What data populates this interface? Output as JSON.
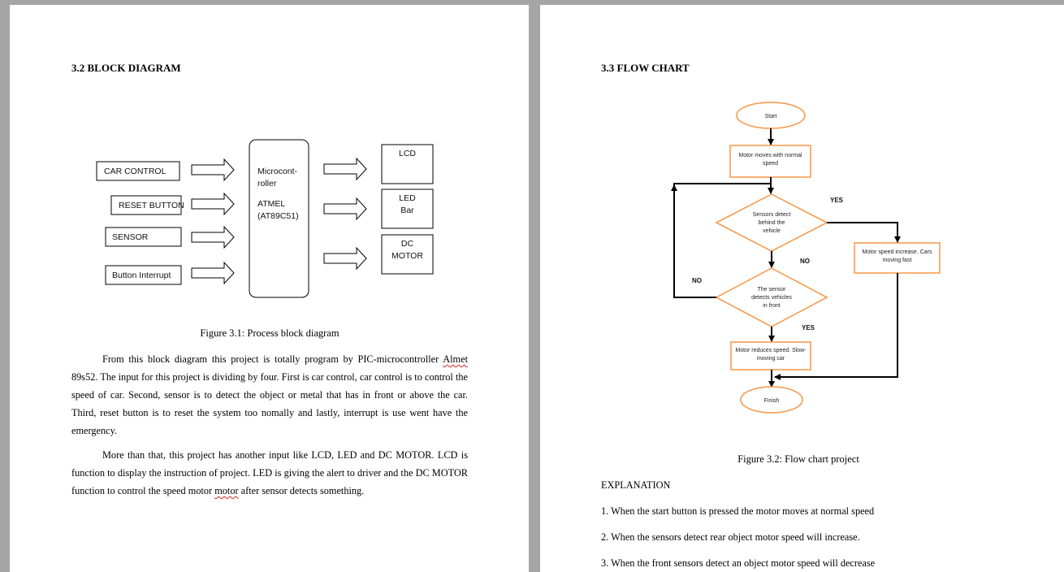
{
  "left_page": {
    "heading": "3.2 BLOCK DIAGRAM",
    "block_diagram": {
      "inputs": [
        "CAR CONTROL",
        "RESET BUTTON",
        "SENSOR",
        "Button Interrupt"
      ],
      "controller": {
        "line1": "Microcont-",
        "line2": "roller",
        "line3": "ATMEL",
        "line4": "(AT89C51)"
      },
      "outputs": {
        "lcd": "LCD",
        "led_line1": "LED",
        "led_line2": "Bar",
        "dc_line1": "DC",
        "dc_line2": "MOTOR"
      }
    },
    "caption": "Figure 3.1: Process block diagram",
    "para1": {
      "pre": "From this block diagram this project is totally program by PIC-microcontroller ",
      "squiggle": "Almet",
      "post": " 89s52. The input for this project is dividing by four. First is car control, car control is to control the speed of car. Second, sensor is to detect the object or metal that has in front or above the car. Third, reset button is to reset the system too nomally and lastly, interrupt is use went have the emergency."
    },
    "para2": {
      "pre": "More than that, this project has another input like LCD, LED and DC MOTOR. LCD is function to display the instruction of project. LED is giving the alert to driver and the DC MOTOR function to control the speed motor ",
      "squiggle": "motor",
      "post": " after sensor detects something."
    }
  },
  "right_page": {
    "heading": "3.3 FLOW CHART",
    "flowchart": {
      "start": "Start",
      "step1_line1": "Motor moves with normal",
      "step1_line2": "speed",
      "d1_line1": "Sensors detect",
      "d1_line2": "behind the",
      "d1_line3": "vehicle",
      "d2_line1": "The sensor",
      "d2_line2": "detects vehicles",
      "d2_line3": "in front",
      "inc_line1": "Motor speed increase. Cars",
      "inc_line2": "moving fast",
      "red_line1": "Motor reduces speed. Slow-",
      "red_line2": "moving car",
      "finish": "Finish",
      "yes1": "YES",
      "no1": "NO",
      "no2": "NO",
      "yes2": "YES"
    },
    "caption": "Figure 3.2: Flow chart project",
    "explanation_title": "EXPLANATION",
    "items": [
      "1. When the start button is pressed the motor moves at normal speed",
      "2. When the sensors detect rear object motor speed will increase.",
      "3. When the front sensors detect an object motor speed will decrease"
    ]
  },
  "colors": {
    "background": "#a5a5a5",
    "flow_orange": "#f79646",
    "spell_underline": "#d22222"
  }
}
